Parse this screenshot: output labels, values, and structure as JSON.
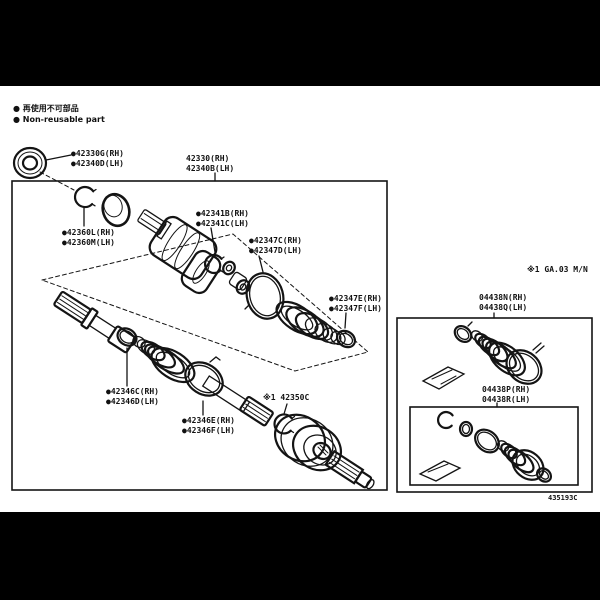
{
  "legend": {
    "jp": "● 再使用不可部品",
    "en": "● Non-reusable part"
  },
  "figure": {
    "code": "435193C",
    "note": "※1 GA.03 M/N"
  },
  "parts": {
    "oil_seal": {
      "lines": [
        "●42330G(RH)",
        "●42340D(LH)"
      ]
    },
    "drive_shaft_assy": {
      "lines": [
        "42330(RH)",
        "42340B(LH)"
      ]
    },
    "inboard_joint_assy": {
      "lines": [
        "●42360L(RH)",
        "●42360M(LH)"
      ]
    },
    "inboard_snap_ring": {
      "lines": [
        "●42341B(RH)",
        "●42341C(LH)"
      ]
    },
    "inboard_boot_clamp_large": {
      "lines": [
        "●42347C(RH)",
        "●42347D(LH)"
      ]
    },
    "inboard_boot_clamp_small": {
      "lines": [
        "●42347E(RH)",
        "●42347F(LH)"
      ]
    },
    "outboard_boot_clamp": {
      "lines": [
        "●42346C(RH)",
        "●42346D(LH)"
      ]
    },
    "outboard_boot": {
      "lines": [
        "●42346E(RH)",
        "●42346F(LH)"
      ]
    },
    "shaft_snap_ring": {
      "lines": [
        "※1 42350C"
      ]
    },
    "outboard_boot_kit": {
      "lines": [
        "04438N(RH)",
        "04438Q(LH)"
      ]
    },
    "inboard_boot_kit": {
      "lines": [
        "04438P(RH)",
        "04438R(LH)"
      ]
    }
  },
  "colors": {
    "ink": "#141414",
    "paper": "#ffffff",
    "band": "#000000"
  }
}
